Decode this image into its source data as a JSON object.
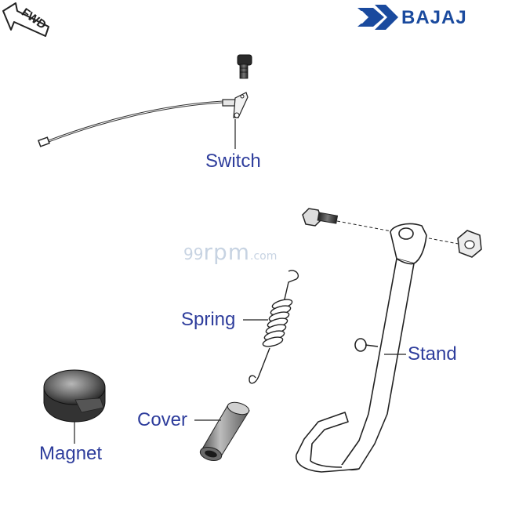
{
  "brand": {
    "name": "BAJAJ",
    "color": "#1a4a9e",
    "logo_icon": "bajaj-logo-icon"
  },
  "orientation": {
    "label": "FWD",
    "icon": "forward-arrow-icon"
  },
  "watermark": {
    "prefix": "99",
    "main": "rpm",
    "suffix": ".com",
    "color": "#9ab0cc"
  },
  "labels": {
    "switch": "Switch",
    "spring": "Spring",
    "stand": "Stand",
    "cover": "Cover",
    "magnet": "Magnet"
  },
  "colors": {
    "label": "#2e3d9c",
    "line": "#222222",
    "part": "#333333"
  }
}
